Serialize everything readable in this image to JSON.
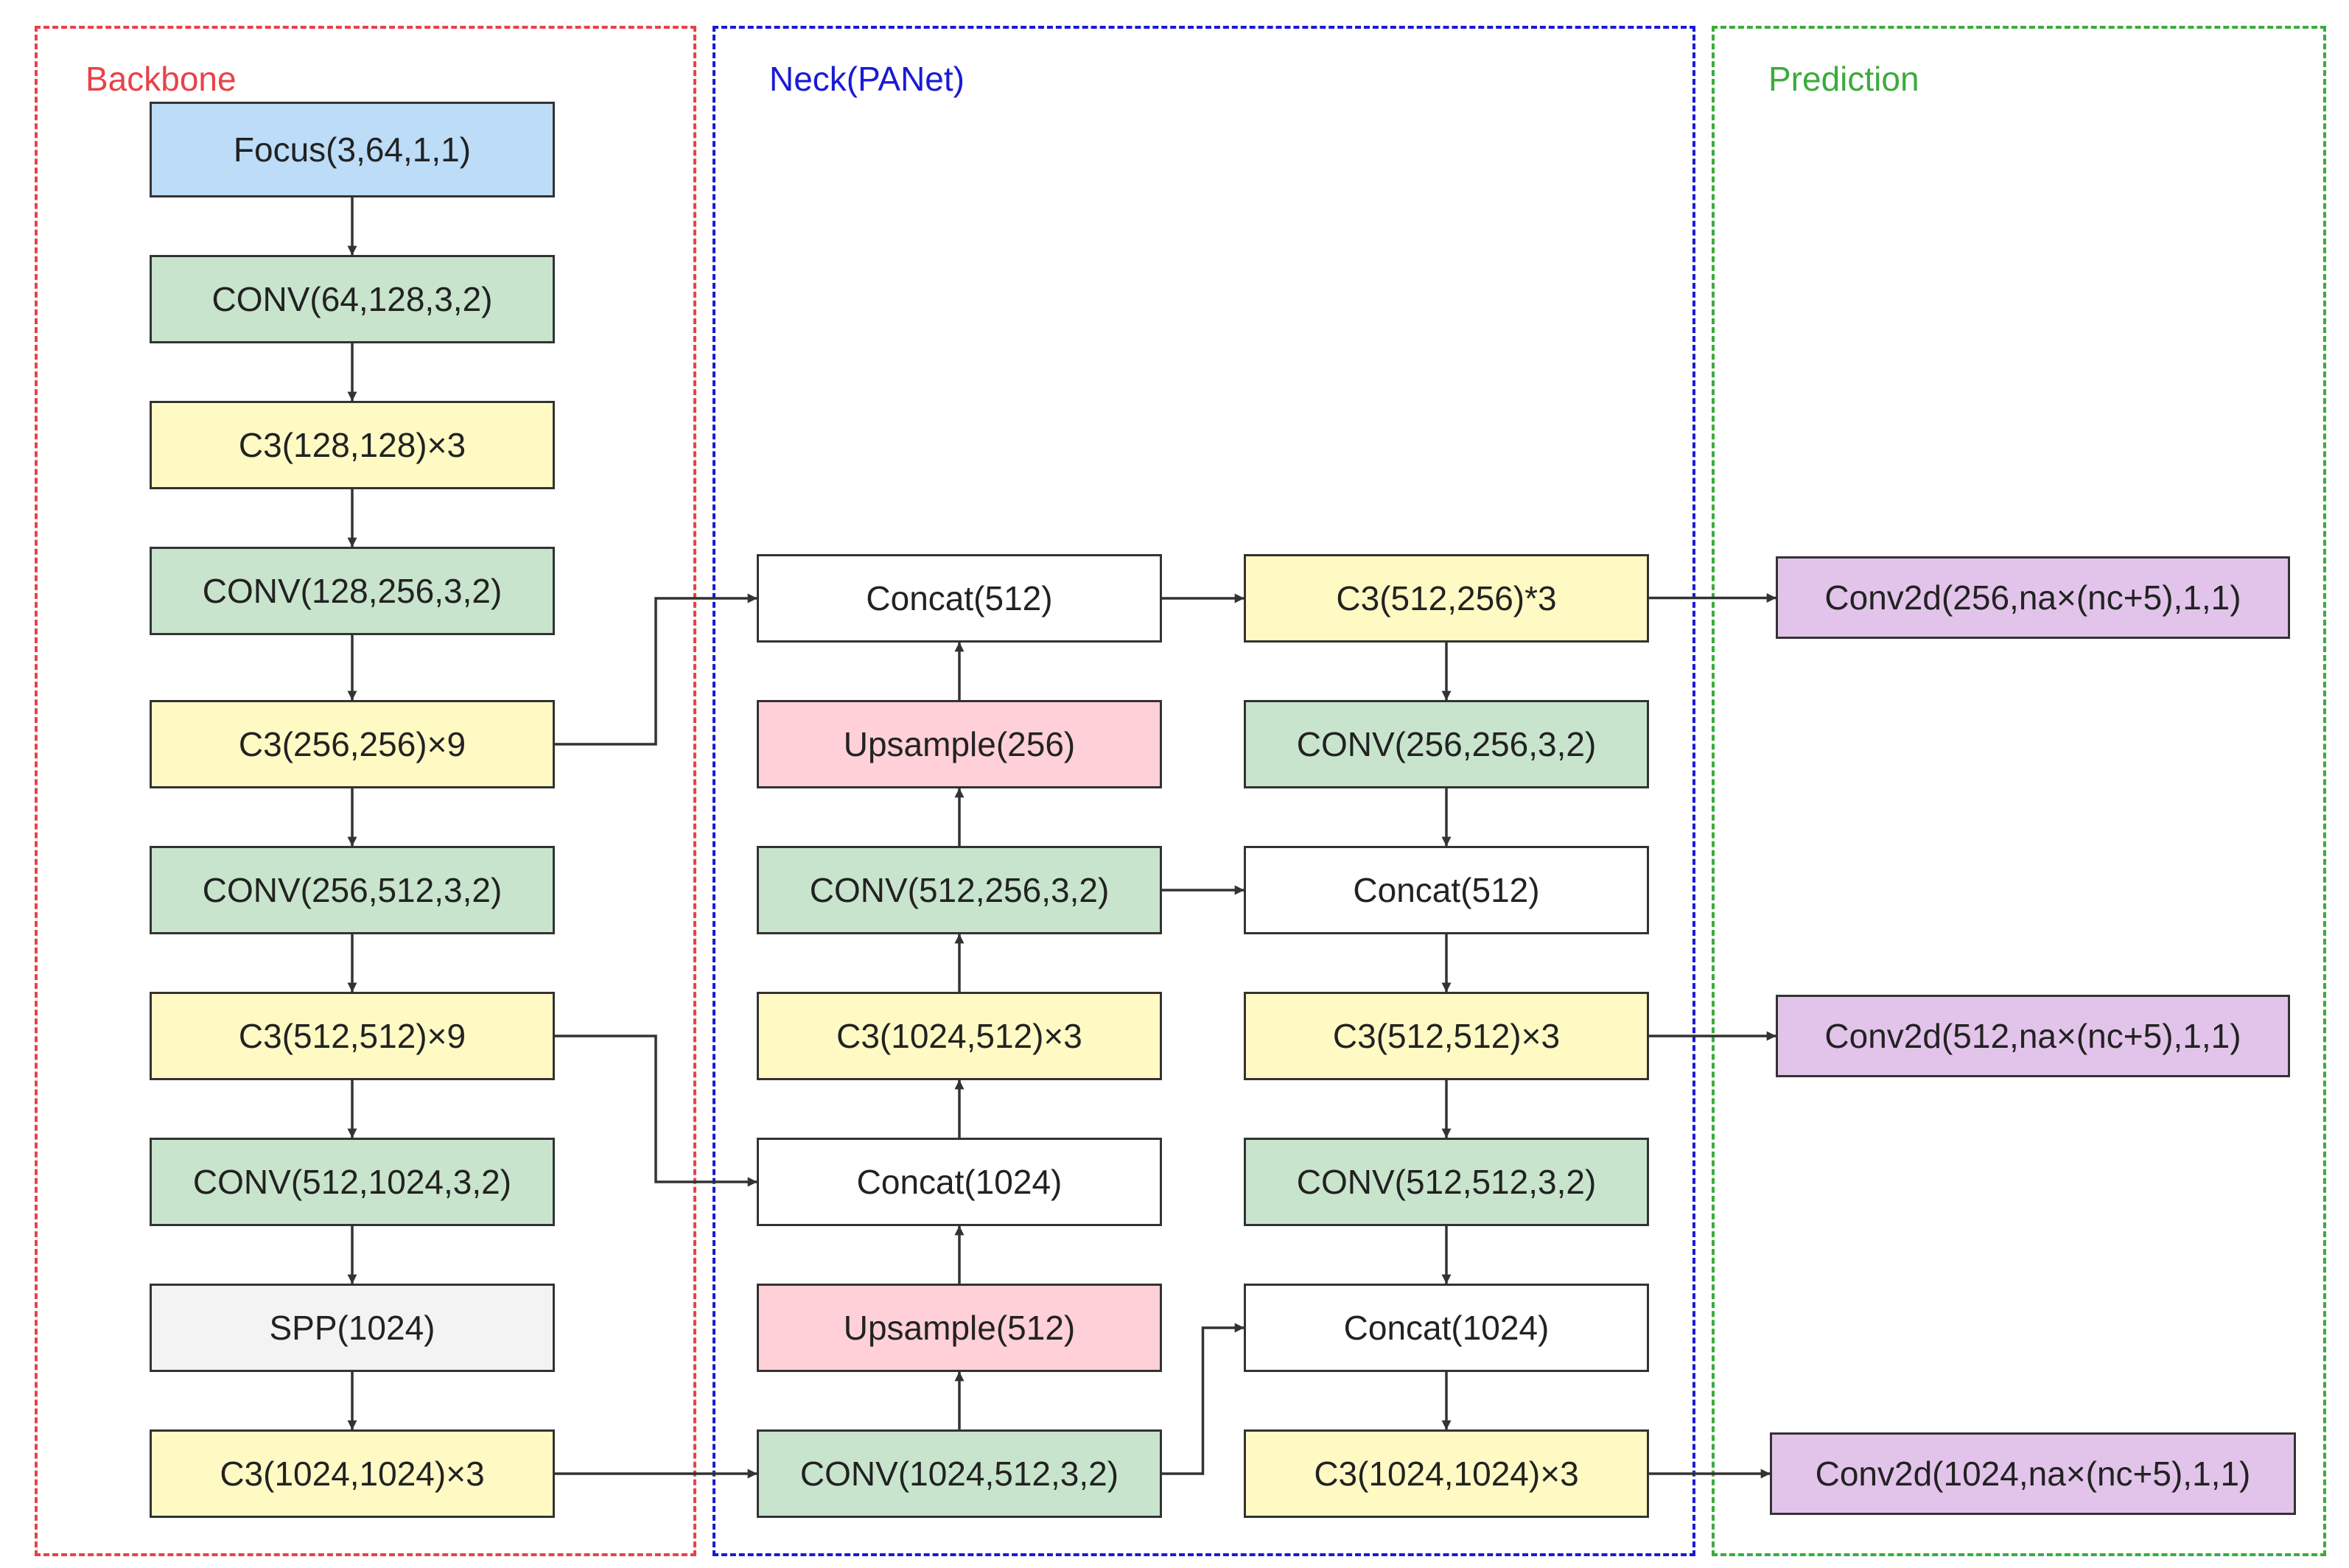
{
  "sections": {
    "backbone": {
      "title": "Backbone",
      "color": "#e8424a"
    },
    "neck": {
      "title": "Neck(PANet)",
      "color": "#1a1ad6"
    },
    "prediction": {
      "title": "Prediction",
      "color": "#3cab3c"
    }
  },
  "colors": {
    "focus": "#bcdcf8",
    "conv": "#c8e4cd",
    "c3": "#fffac4",
    "upsample": "#ffd0d8",
    "concat": "#ffffff",
    "spp": "#f3f3f3",
    "head": "#e2c4ea",
    "edge": "#333333"
  },
  "nodes": {
    "bb_focus": {
      "label": "Focus(3,64,1,1)",
      "kind": "focus"
    },
    "bb_conv1": {
      "label": "CONV(64,128,3,2)",
      "kind": "conv"
    },
    "bb_c3_1": {
      "label": "C3(128,128)×3",
      "kind": "c3"
    },
    "bb_conv2": {
      "label": "CONV(128,256,3,2)",
      "kind": "conv"
    },
    "bb_c3_2": {
      "label": "C3(256,256)×9",
      "kind": "c3"
    },
    "bb_conv3": {
      "label": "CONV(256,512,3,2)",
      "kind": "conv"
    },
    "bb_c3_3": {
      "label": "C3(512,512)×9",
      "kind": "c3"
    },
    "bb_conv4": {
      "label": "CONV(512,1024,3,2)",
      "kind": "conv"
    },
    "bb_spp": {
      "label": "SPP(1024)",
      "kind": "spp"
    },
    "bb_c3_4": {
      "label": "C3(1024,1024)×3",
      "kind": "c3"
    },
    "nk_concat512": {
      "label": "Concat(512)",
      "kind": "concat"
    },
    "nk_up256": {
      "label": "Upsample(256)",
      "kind": "upsample"
    },
    "nk_conv512_256": {
      "label": "CONV(512,256,3,2)",
      "kind": "conv"
    },
    "nk_c3_1024_512": {
      "label": "C3(1024,512)×3",
      "kind": "c3"
    },
    "nk_concat1024": {
      "label": "Concat(1024)",
      "kind": "concat"
    },
    "nk_up512": {
      "label": "Upsample(512)",
      "kind": "upsample"
    },
    "nk_conv1024_512": {
      "label": "CONV(1024,512,3,2)",
      "kind": "conv"
    },
    "pn_c3_512_256": {
      "label": "C3(512,256)*3",
      "kind": "c3"
    },
    "pn_conv256": {
      "label": "CONV(256,256,3,2)",
      "kind": "conv"
    },
    "pn_concat512": {
      "label": "Concat(512)",
      "kind": "concat"
    },
    "pn_c3_512_512": {
      "label": "C3(512,512)×3",
      "kind": "c3"
    },
    "pn_conv512": {
      "label": "CONV(512,512,3,2)",
      "kind": "conv"
    },
    "pn_concat1024": {
      "label": "Concat(1024)",
      "kind": "concat"
    },
    "pn_c3_1024": {
      "label": "C3(1024,1024)×3",
      "kind": "c3"
    },
    "hd_256": {
      "label": "Conv2d(256,na×(nc+5),1,1)",
      "kind": "head"
    },
    "hd_512": {
      "label": "Conv2d(512,na×(nc+5),1,1)",
      "kind": "head"
    },
    "hd_1024": {
      "label": "Conv2d(1024,na×(nc+5),1,1)",
      "kind": "head"
    }
  },
  "edges": [
    {
      "from": "bb_focus",
      "to": "bb_conv1"
    },
    {
      "from": "bb_conv1",
      "to": "bb_c3_1"
    },
    {
      "from": "bb_c3_1",
      "to": "bb_conv2"
    },
    {
      "from": "bb_conv2",
      "to": "bb_c3_2"
    },
    {
      "from": "bb_c3_2",
      "to": "bb_conv3"
    },
    {
      "from": "bb_conv3",
      "to": "bb_c3_3"
    },
    {
      "from": "bb_c3_3",
      "to": "bb_conv4"
    },
    {
      "from": "bb_conv4",
      "to": "bb_spp"
    },
    {
      "from": "bb_spp",
      "to": "bb_c3_4"
    },
    {
      "from": "bb_c3_4",
      "to": "nk_conv1024_512"
    },
    {
      "from": "nk_conv1024_512",
      "to": "nk_up512"
    },
    {
      "from": "nk_up512",
      "to": "nk_concat1024"
    },
    {
      "from": "bb_c3_3",
      "to": "nk_concat1024"
    },
    {
      "from": "nk_concat1024",
      "to": "nk_c3_1024_512"
    },
    {
      "from": "nk_c3_1024_512",
      "to": "nk_conv512_256"
    },
    {
      "from": "nk_conv512_256",
      "to": "nk_up256"
    },
    {
      "from": "nk_up256",
      "to": "nk_concat512"
    },
    {
      "from": "bb_c3_2",
      "to": "nk_concat512"
    },
    {
      "from": "nk_concat512",
      "to": "pn_c3_512_256"
    },
    {
      "from": "pn_c3_512_256",
      "to": "hd_256"
    },
    {
      "from": "pn_c3_512_256",
      "to": "pn_conv256"
    },
    {
      "from": "pn_conv256",
      "to": "pn_concat512"
    },
    {
      "from": "nk_conv512_256",
      "to": "pn_concat512"
    },
    {
      "from": "pn_concat512",
      "to": "pn_c3_512_512"
    },
    {
      "from": "pn_c3_512_512",
      "to": "hd_512"
    },
    {
      "from": "pn_c3_512_512",
      "to": "pn_conv512"
    },
    {
      "from": "pn_conv512",
      "to": "pn_concat1024"
    },
    {
      "from": "nk_conv1024_512",
      "to": "pn_concat1024"
    },
    {
      "from": "pn_concat1024",
      "to": "pn_c3_1024"
    },
    {
      "from": "pn_c3_1024",
      "to": "hd_1024"
    }
  ]
}
